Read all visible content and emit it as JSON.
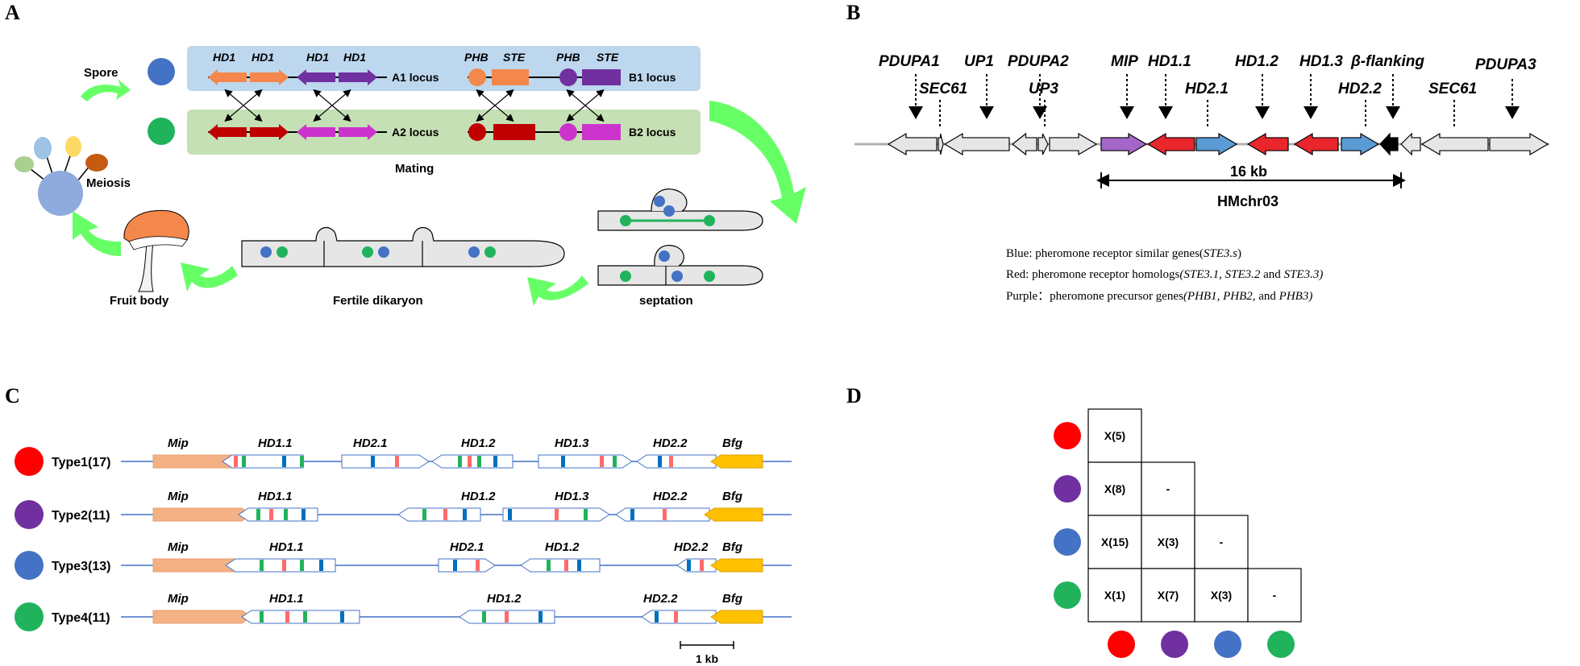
{
  "panels": {
    "a": "A",
    "b": "B",
    "c": "C",
    "d": "D"
  },
  "panel_a": {
    "spore": "Spore",
    "meiosis": "Meiosis",
    "mating": "Mating",
    "fruit_body": "Fruit body",
    "fertile_dikaryon": "Fertile dikaryon",
    "septation": "septation",
    "hd1": "HD1",
    "phb": "PHB",
    "ste": "STE",
    "a1_locus": "A1 locus",
    "b1_locus": "B1 locus",
    "a2_locus": "A2 locus",
    "b2_locus": "B2 locus"
  },
  "panel_b": {
    "top_labels": [
      "PDUPA1",
      "UP1",
      "PDUPA2",
      "MIP",
      "HD1.1",
      "HD1.2",
      "HD1.3",
      "β-flanking",
      "PDUPA3"
    ],
    "bottom_labels": [
      "SEC61",
      "UP3",
      "HD2.1",
      "HD2.2",
      "SEC61"
    ],
    "scale": "16 kb",
    "chromosome": "HMchr03",
    "legend": {
      "blue_prefix": "Blue: pheromone receptor similar genes(",
      "blue_italic": "STE3.s",
      "blue_suffix": ")",
      "red_prefix": "Red: pheromone receptor homologs",
      "red_italic_1": "(STE3.1, STE3.2",
      "red_mid": " and ",
      "red_italic_2": "STE3.3)",
      "purple_prefix": "Purple：pheromone precursor genes",
      "purple_italic_1": "(PHB1, PHB2,",
      "purple_mid": " and ",
      "purple_italic_2": "PHB3)"
    }
  },
  "panel_c": {
    "types": [
      "Type1(17)",
      "Type2(11)",
      "Type3(13)",
      "Type4(11)"
    ],
    "type_colors": [
      "#ff0000",
      "#7030a0",
      "#4472c4",
      "#21b35c"
    ],
    "row1": [
      "Mip",
      "HD1.1",
      "HD2.1",
      "HD1.2",
      "HD1.3",
      "HD2.2",
      "Bfg"
    ],
    "row2": [
      "Mip",
      "HD1.1",
      "HD1.2",
      "HD1.3",
      "HD2.2",
      "Bfg"
    ],
    "row3": [
      "Mip",
      "HD1.1",
      "HD2.1",
      "HD1.2",
      "HD2.2",
      "Bfg"
    ],
    "row4": [
      "Mip",
      "HD1.1",
      "HD1.2",
      "HD2.2",
      "Bfg"
    ],
    "scale": "1 kb"
  },
  "panel_d": {
    "cells": [
      "X(5)",
      "X(8)",
      "-",
      "X(15)",
      "X(3)",
      "-",
      "X(1)",
      "X(7)",
      "X(3)",
      "-"
    ]
  }
}
